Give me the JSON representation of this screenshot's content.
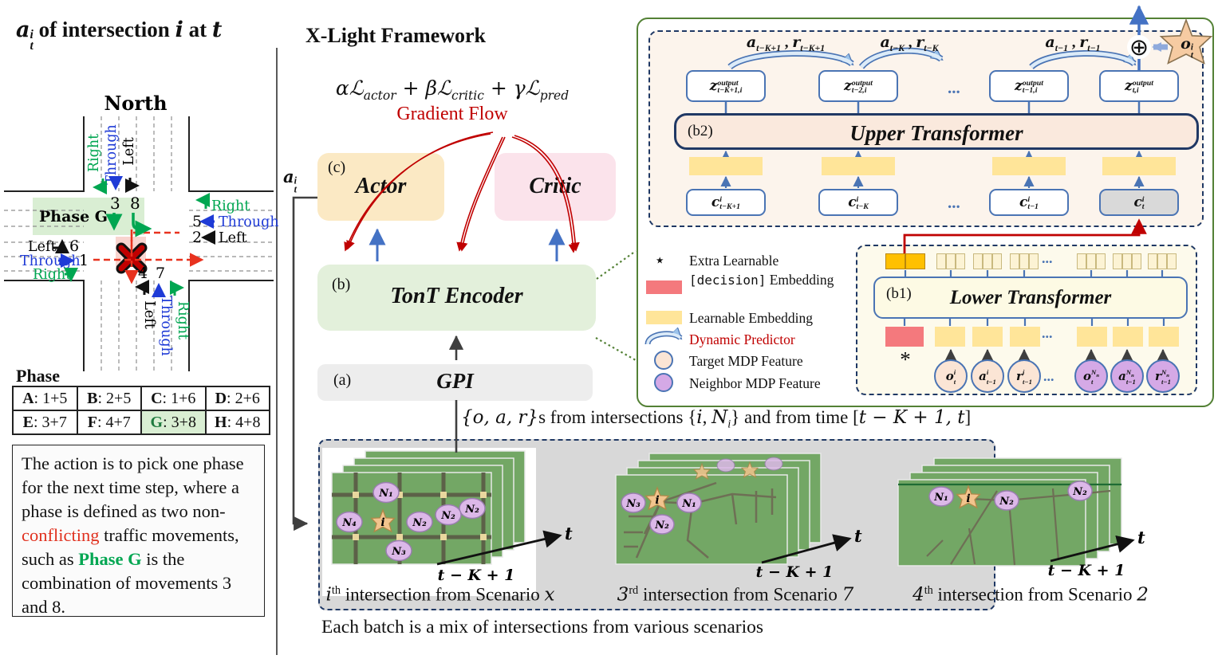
{
  "left": {
    "title": {
      "base": "a",
      "sup": "i",
      "sub": "t",
      "r1": " of intersection ",
      "v1": "i",
      "r2": " at ",
      "v2": "t"
    },
    "diagram": {
      "north": "North",
      "phase_g": "Phase G",
      "north_lanes": {
        "right": "Right",
        "through": "Through",
        "left": "Left"
      },
      "east_lanes": {
        "right": "Right",
        "through": "Through",
        "left": "Left",
        "n5": "5",
        "n2": "2"
      },
      "west_lanes": {
        "left": "Left",
        "through": "Through",
        "right": "Right",
        "n6": "6",
        "n1": "1"
      },
      "south_lanes": {
        "left": "Left",
        "through": "Through",
        "right": "Right",
        "n4": "4",
        "n7": "7"
      },
      "m3": "3",
      "m8": "8"
    },
    "phase_table": {
      "title": "Phase",
      "cells": [
        {
          "k": "A",
          "v": ": 1+5"
        },
        {
          "k": "B",
          "v": ": 2+5"
        },
        {
          "k": "C",
          "v": ": 1+6"
        },
        {
          "k": "D",
          "v": ": 2+6"
        },
        {
          "k": "E",
          "v": ": 3+7"
        },
        {
          "k": "F",
          "v": ": 4+7"
        },
        {
          "k": "G",
          "v": ": 3+8"
        },
        {
          "k": "H",
          "v": ": 4+8"
        }
      ]
    },
    "note": {
      "s1": "The action is to pick one phase for the next time step, where a phase is defined as two non-",
      "s2": "conflicting",
      "s3": " traffic movements, such as ",
      "s4": "Phase G",
      "s5": " is the combination of movements 3 and 8."
    }
  },
  "middle": {
    "title": "X-Light Framework",
    "formula": {
      "p1": "αℒ",
      "s1": "actor",
      "p2": " + βℒ",
      "s2": "critic",
      "p3": " + γℒ",
      "s3": "pred"
    },
    "gradient_flow": "Gradient Flow",
    "actor_tag": "(c)",
    "actor": "Actor",
    "critic": "Critic",
    "tont_tag": "(b)",
    "tont": "TonT Encoder",
    "gpi_tag": "(a)",
    "gpi": "GPI",
    "a_out": {
      "base": "a",
      "sup": "i",
      "sub": "t"
    },
    "io": {
      "m1": "{o, a, r}",
      "r1": "s from intersections {",
      "v1": "i",
      "c1": ", ",
      "v2": "N",
      "v2sub": "i",
      "r2": "} and from time [",
      "m2": "t − K + 1, t",
      "r3": "]"
    }
  },
  "bottom": {
    "batch_text": "Each batch is a mix of intersections from various scenarios",
    "scenarios": [
      {
        "cap_base": "i",
        "cap_sup": "th",
        "cap_mid": " intersection from Scenario ",
        "cap_var": "x",
        "t": "t",
        "tk": "t − K + 1",
        "nodes": {
          "n1": "N₁",
          "n2a": "N₂",
          "n2b": "N₂",
          "n2c": "N₂",
          "n4": "N₄",
          "n3": "N₃",
          "star": "i"
        }
      },
      {
        "cap_base": "3",
        "cap_sup": "rd",
        "cap_mid": " intersection from Scenario ",
        "cap_var": "7",
        "t": "t",
        "tk": "t − K + 1",
        "nodes": {
          "n3": "N₃",
          "n1": "N₁",
          "n2": "N₂",
          "star": "i"
        }
      },
      {
        "cap_base": "4",
        "cap_sup": "th",
        "cap_mid": " intersection from Scenario ",
        "cap_var": "2",
        "t": "t",
        "tk": "t − K + 1",
        "nodes": {
          "n1": "N₁",
          "n2a": "N₂",
          "n2b": "N₂",
          "star": "i"
        }
      }
    ]
  },
  "right": {
    "dots": "...",
    "upper": {
      "ar": [
        {
          "a": "a",
          "asub": "t−K+1",
          "sep": " , ",
          "r": "r",
          "rsub": "t−K+1"
        },
        {
          "a": "a",
          "asub": "t−K",
          "sep": " , ",
          "r": "r",
          "rsub": "t−K"
        },
        {
          "a": "a",
          "asub": "t−1",
          "sep": " , ",
          "r": "r",
          "rsub": "t−1"
        }
      ],
      "z": [
        {
          "base": "z",
          "sup": "output",
          "sub": "t−K+1,i"
        },
        {
          "base": "z",
          "sup": "output",
          "sub": "t−2,i"
        },
        {
          "base": "z",
          "sup": "output",
          "sub": "t−1,i"
        },
        {
          "base": "z",
          "sup": "output",
          "sub": "t,i"
        }
      ],
      "b2": "(b2)",
      "transformer": "Upper Transformer",
      "c": [
        {
          "base": "c",
          "sup": "i",
          "sub": "t−K+1"
        },
        {
          "base": "c",
          "sup": "i",
          "sub": "t−K"
        },
        {
          "base": "c",
          "sup": "i",
          "sub": "t−1"
        },
        {
          "base": "c",
          "sup": "i",
          "sub": "t"
        }
      ],
      "oplus": "⊕",
      "star": {
        "base": "o",
        "sup": "i",
        "sub": "t"
      }
    },
    "legend": {
      "star": "⋆",
      "extra1": "Extra Learnable",
      "extra_code": "[decision]",
      "extra2": " Embedding",
      "learnable": "Learnable Embedding",
      "dynamic": "Dynamic Predictor",
      "target": "Target MDP Feature",
      "neighbor": "Neighbor MDP Feature"
    },
    "lower": {
      "b1": "(b1)",
      "transformer": "Lower Transformer",
      "star": "*",
      "circles": [
        {
          "base": "o",
          "sup": "i",
          "supsub": "",
          "sub": "t"
        },
        {
          "base": "a",
          "sup": "i",
          "supsub": "",
          "sub": "t−1"
        },
        {
          "base": "r",
          "sup": "i",
          "supsub": "",
          "sub": "t−1"
        },
        {
          "base": "o",
          "sup": "N",
          "supsub": "n",
          "sub": "t"
        },
        {
          "base": "a",
          "sup": "N",
          "supsub": "n",
          "sub": "t−1"
        },
        {
          "base": "r",
          "sup": "N",
          "supsub": "n",
          "sub": "t−1"
        }
      ]
    }
  },
  "colors": {
    "accent_red": "#c00000",
    "arrow_blue": "#4472c4",
    "green_border": "#538135",
    "gold": "#ffc000",
    "salmon": "#f4797d",
    "learnable_yellow": "#ffe599",
    "target_peach": "#fbe5d5",
    "neighbor_purple": "#d5a9e6",
    "phase_green": "#d9eed3",
    "movement_green": "#00a651",
    "movement_blue": "#1f3bd6"
  }
}
